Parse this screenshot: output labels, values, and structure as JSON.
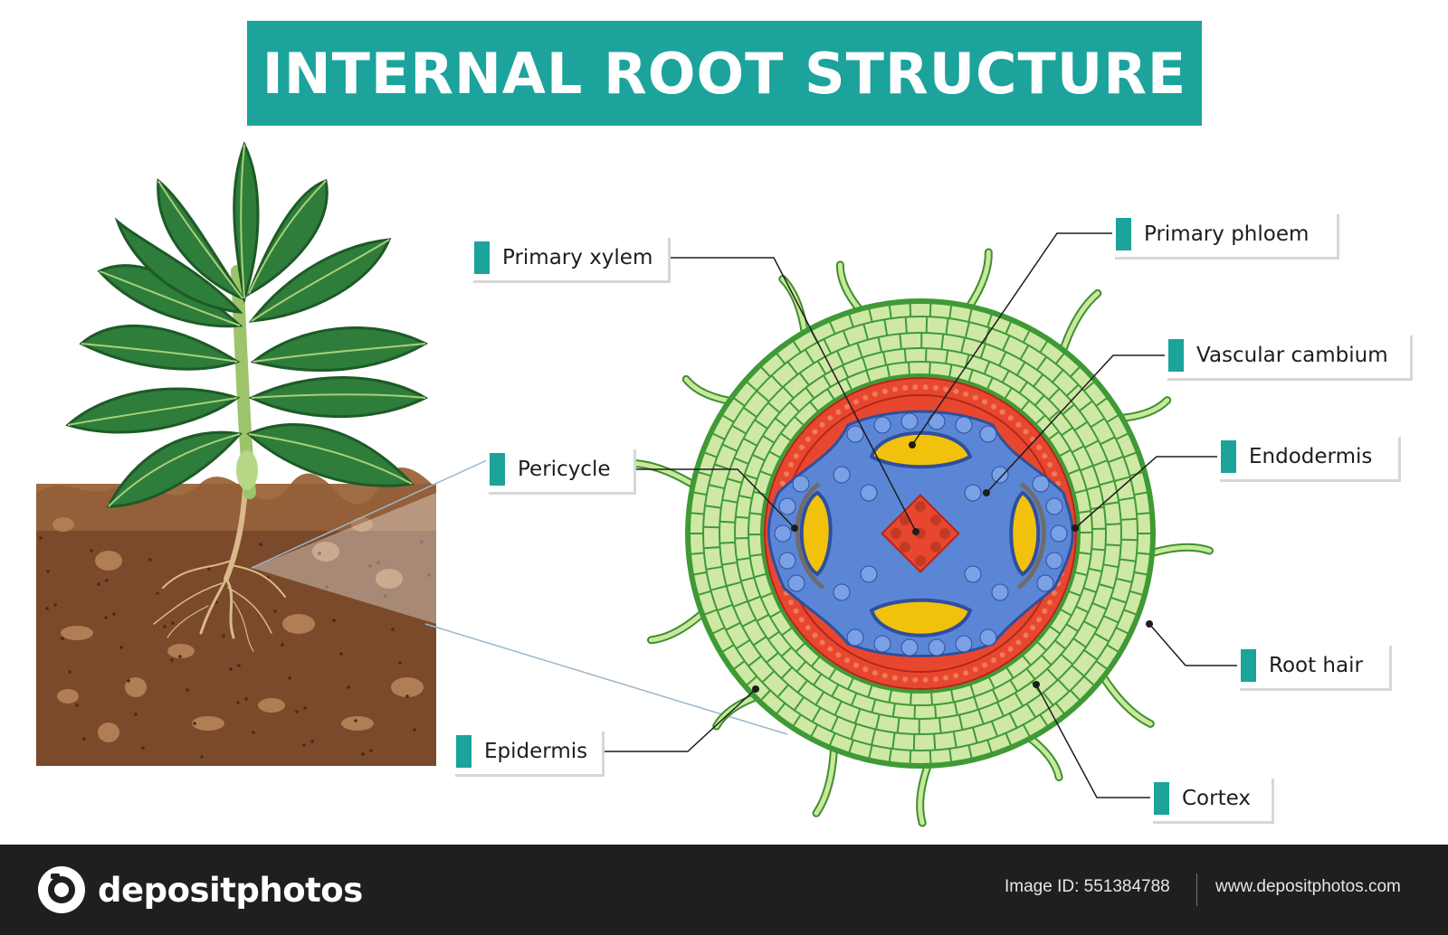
{
  "title": "INTERNAL ROOT STRUCTURE",
  "labels": {
    "primary_xylem": "Primary xylem",
    "primary_phloem": "Primary phloem",
    "vascular_cambium": "Vascular cambium",
    "endodermis": "Endodermis",
    "pericycle": "Pericycle",
    "root_hair": "Root hair",
    "epidermis": "Epidermis",
    "cortex": "Cortex"
  },
  "footer": {
    "brand": "depositphotos",
    "image_id": "Image ID: 551384788",
    "url": "www.depositphotos.com"
  },
  "colors": {
    "accent": "#1ba39c",
    "cortex": "#cfe8a6",
    "endodermis": "#e8472f",
    "vascular": "#5b86d6",
    "xylem": "#f2c10c",
    "soil": "#7a4a2b",
    "leaf": "#2e7d3a",
    "footer": "#1f1f1f"
  }
}
